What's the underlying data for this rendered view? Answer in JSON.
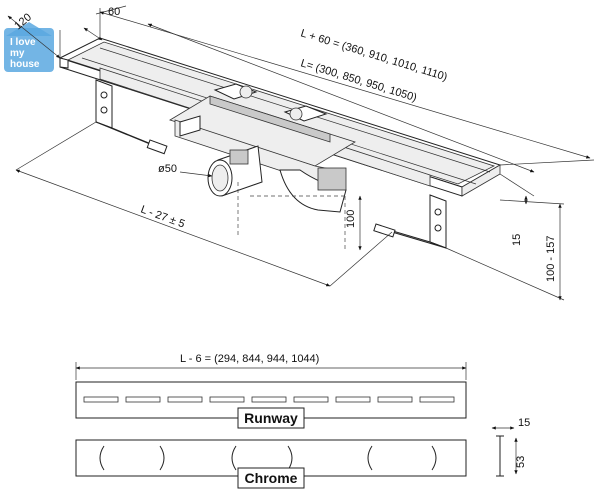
{
  "logo": {
    "line1": "I love",
    "line2": "my",
    "line3": "house",
    "brand_color": "#5aa8e0"
  },
  "dimensions": {
    "width_top": "120",
    "width_top_inner": "60",
    "length_outer": "L + 60 = (360, 910, 1010, 1110)",
    "length_inner": "L= (300, 850, 950, 1050)",
    "outlet_diameter": "ø50",
    "install_length": "L - 27 ± 5",
    "outlet_height": "100",
    "frame_height": "15",
    "adjust_height": "100 - 157",
    "grate_length": "L - 6 = (294, 844, 944, 1044)",
    "grate_thickness": "15",
    "grate_width": "53"
  },
  "grates": {
    "runway_label": "Runway",
    "chrome_label": "Chrome"
  }
}
